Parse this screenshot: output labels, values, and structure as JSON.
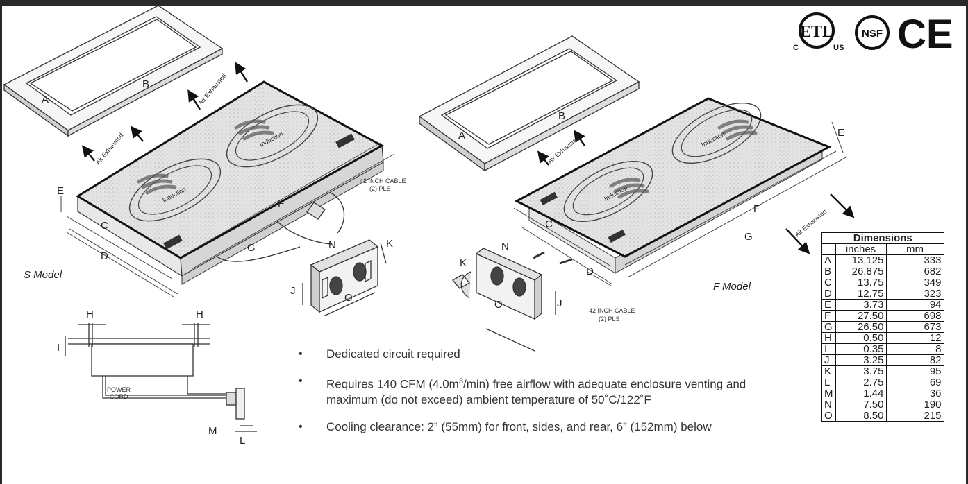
{
  "labels": {
    "s_model": "S Model",
    "f_model": "F Model",
    "air_exhausted": "Air Exhausted",
    "induction": "Induction",
    "cable_line1": "42 INCH CABLE",
    "cable_line2": "(2) PLS",
    "power_cord_line1": "POWER",
    "power_cord_line2": "CORD",
    "cert_etl_us": "US",
    "cert_etl_c": "C",
    "cert_nsf": "NSF",
    "cert_ce": "CE"
  },
  "letters": {
    "A": "A",
    "B": "B",
    "C": "C",
    "D": "D",
    "E": "E",
    "F": "F",
    "G": "G",
    "H": "H",
    "I": "I",
    "J": "J",
    "K": "K",
    "L": "L",
    "M": "M",
    "N": "N",
    "O": "O"
  },
  "notes": [
    {
      "pre": "Dedicated circuit required",
      "sup": "",
      "post": ""
    },
    {
      "pre": "Requires 140 CFM (4.0m",
      "sup": "3",
      "post": "/min) free airflow with adequate enclosure venting and maximum (do not exceed) ambient temperature of 50˚C/122˚F"
    },
    {
      "pre": "Cooling clearance: 2” (55mm) for front, sides, and rear, 6” (152mm) below",
      "sup": "",
      "post": ""
    }
  ],
  "dimensions_table": {
    "title": "Dimensions",
    "col_inches": "inches",
    "col_mm": "mm",
    "rows": [
      {
        "key": "A",
        "inches": "13.125",
        "mm": "333"
      },
      {
        "key": "B",
        "inches": "26.875",
        "mm": "682"
      },
      {
        "key": "C",
        "inches": "13.75",
        "mm": "349"
      },
      {
        "key": "D",
        "inches": "12.75",
        "mm": "323"
      },
      {
        "key": "E",
        "inches": "3.73",
        "mm": "94"
      },
      {
        "key": "F",
        "inches": "27.50",
        "mm": "698"
      },
      {
        "key": "G",
        "inches": "26.50",
        "mm": "673"
      },
      {
        "key": "H",
        "inches": "0.50",
        "mm": "12"
      },
      {
        "key": "I",
        "inches": "0.35",
        "mm": "8"
      },
      {
        "key": "J",
        "inches": "3.25",
        "mm": "82"
      },
      {
        "key": "K",
        "inches": "3.75",
        "mm": "95"
      },
      {
        "key": "L",
        "inches": "2.75",
        "mm": "69"
      },
      {
        "key": "M",
        "inches": "1.44",
        "mm": "36"
      },
      {
        "key": "N",
        "inches": "7.50",
        "mm": "190"
      },
      {
        "key": "O",
        "inches": "8.50",
        "mm": "215"
      }
    ]
  }
}
